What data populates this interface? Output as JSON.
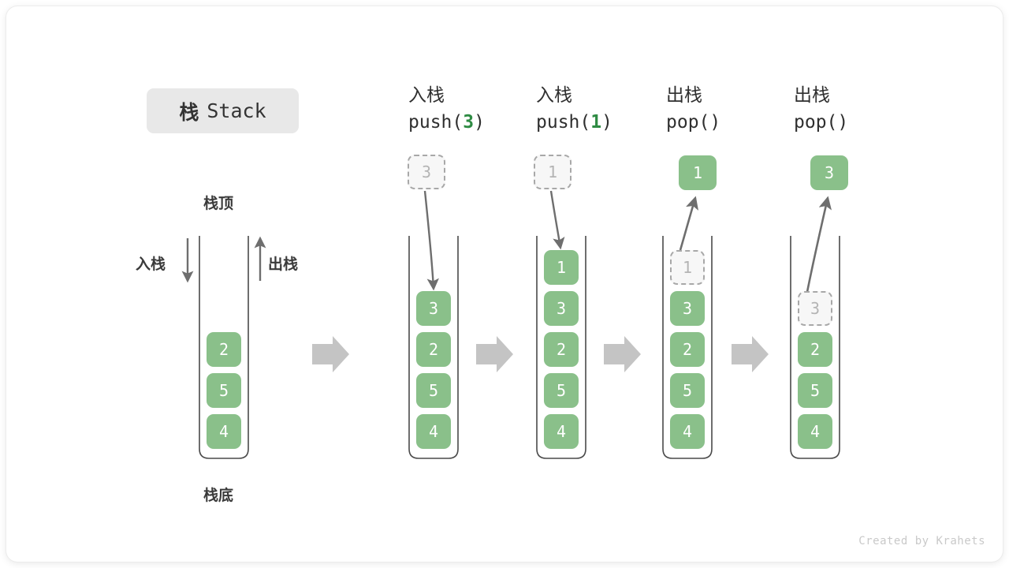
{
  "title": {
    "cn": "栈",
    "en": "Stack"
  },
  "labels": {
    "top": "栈顶",
    "bottom": "栈底",
    "push": "入栈",
    "pop": "出栈"
  },
  "credit": "Created by Krahets",
  "colors": {
    "cell_fill": "#8ac08a",
    "cell_text": "#ffffff",
    "ghost_fill": "#f7f7f7",
    "ghost_border": "#a8a8a8",
    "ghost_text": "#b4b4b4",
    "arrow": "#6e6e6e",
    "step_arrow": "#c4c4c4",
    "accent_green": "#2e8b43",
    "title_pill": "#e8e8e8",
    "text": "#2f2f2f"
  },
  "columns": [
    {
      "id": "initial",
      "head_cn": "",
      "head_code": "",
      "code_prefix": "",
      "code_arg": "",
      "code_suffix": "",
      "cells": [
        {
          "value": "2",
          "state": "filled"
        },
        {
          "value": "5",
          "state": "filled"
        },
        {
          "value": "4",
          "state": "filled"
        }
      ],
      "floating": null
    },
    {
      "id": "push-3",
      "head_cn": "入栈",
      "code_prefix": "push(",
      "code_arg": "3",
      "code_suffix": ")",
      "cells": [
        {
          "value": "3",
          "state": "filled"
        },
        {
          "value": "2",
          "state": "filled"
        },
        {
          "value": "5",
          "state": "filled"
        },
        {
          "value": "4",
          "state": "filled"
        }
      ],
      "floating": {
        "value": "3",
        "state": "ghost",
        "direction": "in"
      }
    },
    {
      "id": "push-1",
      "head_cn": "入栈",
      "code_prefix": "push(",
      "code_arg": "1",
      "code_suffix": ")",
      "cells": [
        {
          "value": "1",
          "state": "filled"
        },
        {
          "value": "3",
          "state": "filled"
        },
        {
          "value": "2",
          "state": "filled"
        },
        {
          "value": "5",
          "state": "filled"
        },
        {
          "value": "4",
          "state": "filled"
        }
      ],
      "floating": {
        "value": "1",
        "state": "ghost",
        "direction": "in"
      }
    },
    {
      "id": "pop-1",
      "head_cn": "出栈",
      "code_prefix": "pop(",
      "code_arg": "",
      "code_suffix": ")",
      "cells": [
        {
          "value": "1",
          "state": "ghost"
        },
        {
          "value": "3",
          "state": "filled"
        },
        {
          "value": "2",
          "state": "filled"
        },
        {
          "value": "5",
          "state": "filled"
        },
        {
          "value": "4",
          "state": "filled"
        }
      ],
      "floating": {
        "value": "1",
        "state": "filled",
        "direction": "out"
      }
    },
    {
      "id": "pop-3",
      "head_cn": "出栈",
      "code_prefix": "pop(",
      "code_arg": "",
      "code_suffix": ")",
      "cells": [
        {
          "value": "3",
          "state": "ghost"
        },
        {
          "value": "2",
          "state": "filled"
        },
        {
          "value": "5",
          "state": "filled"
        },
        {
          "value": "4",
          "state": "filled"
        }
      ],
      "floating": {
        "value": "3",
        "state": "filled",
        "direction": "out"
      }
    }
  ],
  "step_arrow_count": 4
}
